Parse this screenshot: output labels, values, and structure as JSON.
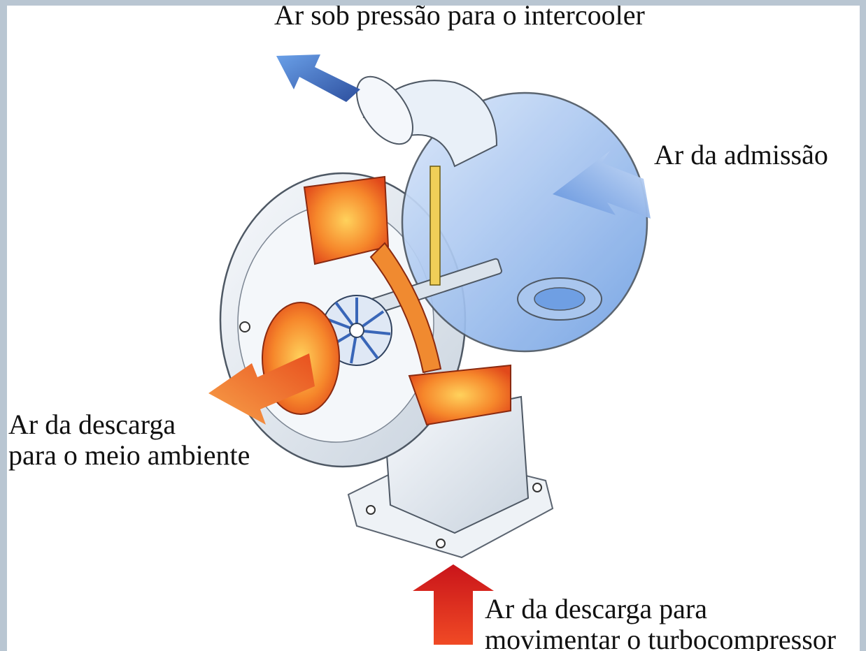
{
  "diagram": {
    "labels": {
      "pressurized_air": "Ar sob pressão para o intercooler",
      "intake_air": "Ar da admissão",
      "exhaust_to_environment": {
        "line1": "Ar da descarga",
        "line2": "para o meio ambiente"
      },
      "exhaust_to_turbo": {
        "line1": "Ar da descarga para",
        "line2": "movimentar o turbocompressor"
      }
    },
    "colors": {
      "cool_air": "#4a7fd0",
      "hot_exhaust": "#e8401e",
      "outer_exhaust": "#f07a2a",
      "housing": "#e9eef3"
    }
  }
}
